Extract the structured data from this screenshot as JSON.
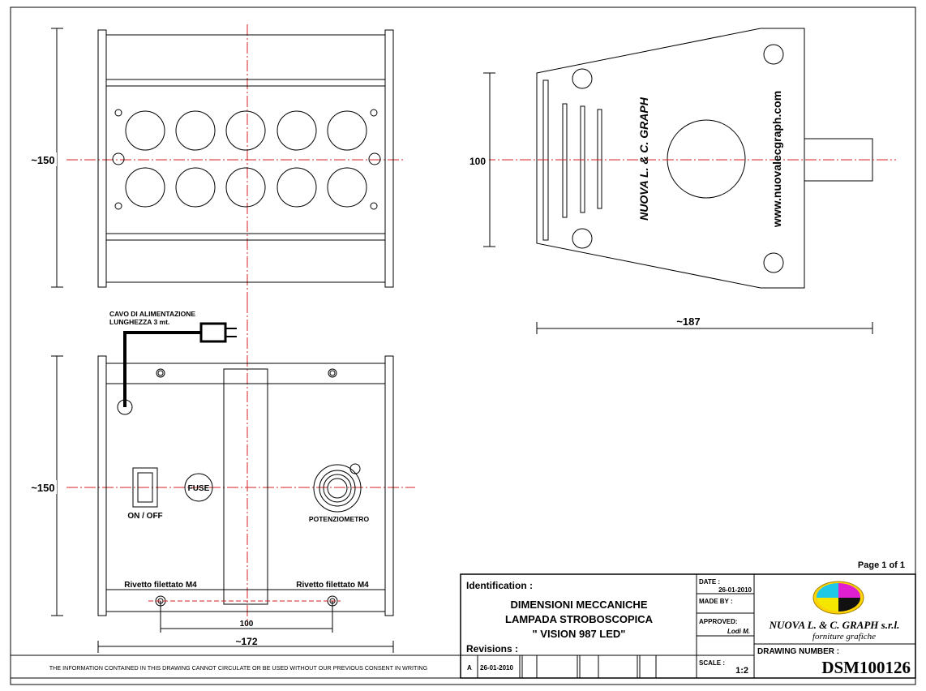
{
  "page": {
    "label": "Page 1 of 1"
  },
  "top_view": {
    "height_dim": "~150"
  },
  "side_view": {
    "height_dim": "100",
    "width_dim": "~187",
    "brand_text": "NUOVA L. & C. GRAPH",
    "website_text": "www.nuovalecgraph.com"
  },
  "front_view": {
    "height_dim": "~150",
    "cable_note_line1": "CAVO DI ALIMENTAZIONE",
    "cable_note_line2": "LUNGHEZZA 3 mt.",
    "switch_label": "ON / OFF",
    "fuse_label": "FUSE",
    "pot_label": "POTENZIOMETRO",
    "rivet_left": "Rivetto filettato M4",
    "rivet_right": "Rivetto filettato M4",
    "rivet_spacing_dim": "100",
    "width_dim": "~172"
  },
  "disclaimer": "THE INFORMATION CONTAINED IN THIS DRAWING CANNOT CIRCULATE OR BE USED WITHOUT OUR PREVIOUS CONSENT IN WRITING",
  "title_block": {
    "identification_label": "Identification :",
    "title_line1": "DIMENSIONI MECCANICHE",
    "title_line2": "LAMPADA STROBOSCOPICA",
    "title_line3": "\" VISION 987 LED\"",
    "revisions_label": "Revisions :",
    "revision_letter": "A",
    "revision_date": "26-01-2010",
    "date_label": "DATE :",
    "date_value": "26-01-2010",
    "made_by_label": "MADE BY :",
    "approved_label": "APPROVED:",
    "approved_value": "Lodi M.",
    "scale_label": "SCALE :",
    "scale_value": "1:2",
    "company_name": "NUOVA L. & C. GRAPH s.r.l.",
    "company_sub": "forniture grafiche",
    "drawing_number_label": "DRAWING NUMBER :",
    "drawing_number": "DSM100126"
  },
  "colors": {
    "centerline": "#d42020",
    "line": "#000000"
  }
}
